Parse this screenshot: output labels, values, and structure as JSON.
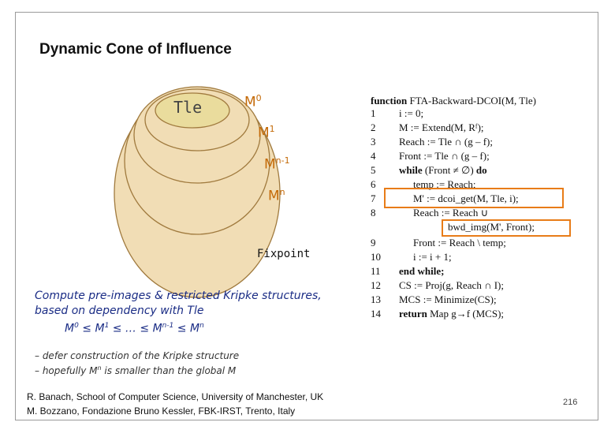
{
  "slide": {
    "title": "Dynamic Cone of Influence",
    "page_number": "216"
  },
  "diagram": {
    "tle": "Tle",
    "m0": {
      "base": "M",
      "sup": "0"
    },
    "m1": {
      "base": "M",
      "sup": "1"
    },
    "mn1": {
      "base": "M",
      "sup": "n-1"
    },
    "mn": {
      "base": "M",
      "sup": "n"
    },
    "fixpoint": "Fixpoint",
    "cone_fill": "#f1ddb5",
    "cone_stroke": "#a07a3e",
    "tle_fill": "#eadc9d"
  },
  "notes": {
    "compute_line1": "Compute pre-images & restricted Kripke structures,",
    "compute_line2": "based on  dependency with Tle",
    "chain": "M0  ≤  M1 ≤ … ≤ Mn-1 ≤ Mn",
    "chain_parts": {
      "m0": "M",
      "s0": "0",
      "le1": "  ≤  ",
      "m1": "M",
      "s1": "1",
      "le2": " ≤ … ≤ ",
      "mn1": "M",
      "sn1": "n-1",
      "le3": " ≤ ",
      "mn": "M",
      "sn": "n"
    },
    "defer": "– defer construction of the Kripke structure",
    "hopefully_pre": "– hopefully M",
    "hopefully_sup": "n",
    "hopefully_post": " is smaller than the global M"
  },
  "credits": {
    "line1": "R. Banach, School of  Computer Science, University of Manchester, UK",
    "line2": "M. Bozzano, Fondazione Bruno Kessler, FBK-IRST, Trento, Italy"
  },
  "algorithm": {
    "header_kw": "function",
    "header_rest": "FTA-Backward-DCOI(M, Tle)",
    "lines": [
      {
        "n": "1",
        "code": "i := 0;"
      },
      {
        "n": "2",
        "code": "M := Extend(M, Rᶠ);"
      },
      {
        "n": "3",
        "code": "Reach := Tle ∩ (g – f);"
      },
      {
        "n": "4",
        "code": "Front := Tle ∩ (g – f);"
      },
      {
        "n": "5",
        "code": "while (Front ≠ ∅) do"
      },
      {
        "n": "6",
        "code": "temp := Reach;"
      },
      {
        "n": "7",
        "code": "M' := dcoi_get(M, Tle, i);"
      },
      {
        "n": "8",
        "code": "Reach := Reach ∪"
      },
      {
        "n": "",
        "code": "bwd_img(M', Front);"
      },
      {
        "n": "9",
        "code": "Front := Reach \\ temp;"
      },
      {
        "n": "10",
        "code": "i := i + 1;"
      },
      {
        "n": "11",
        "code": "end while;"
      },
      {
        "n": "12",
        "code": "CS := Proj(g, Reach ∩ I);"
      },
      {
        "n": "13",
        "code": "MCS := Minimize(CS);"
      },
      {
        "n": "14",
        "code": "return Map g→f (MCS);"
      }
    ]
  }
}
